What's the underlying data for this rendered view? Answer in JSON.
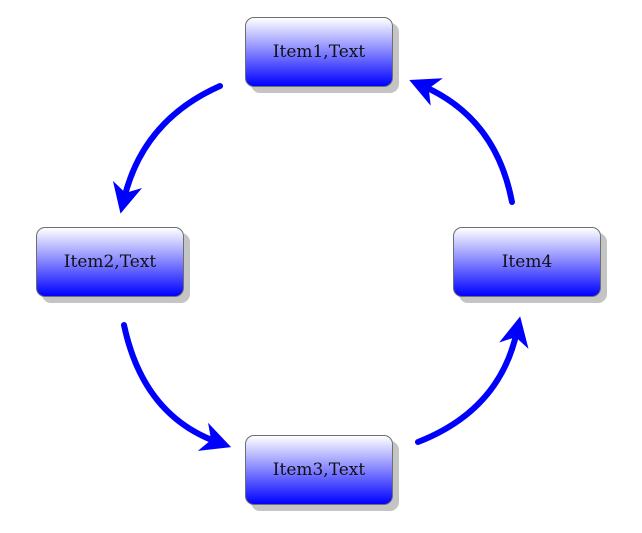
{
  "diagram": {
    "type": "cycle",
    "nodes": [
      {
        "id": "item1",
        "label": "Item1,Text"
      },
      {
        "id": "item2",
        "label": "Item2,Text"
      },
      {
        "id": "item3",
        "label": "Item3,Text"
      },
      {
        "id": "item4",
        "label": "Item4"
      }
    ],
    "edges": [
      {
        "from": "item1",
        "to": "item2"
      },
      {
        "from": "item2",
        "to": "item3"
      },
      {
        "from": "item3",
        "to": "item4"
      },
      {
        "from": "item4",
        "to": "item1"
      }
    ],
    "colors": {
      "arrow": "#0000ff",
      "node_top": "#ffffff",
      "node_bottom": "#0000ff",
      "node_border": "#6e6e6e",
      "shadow": "#c4c4c4"
    }
  }
}
